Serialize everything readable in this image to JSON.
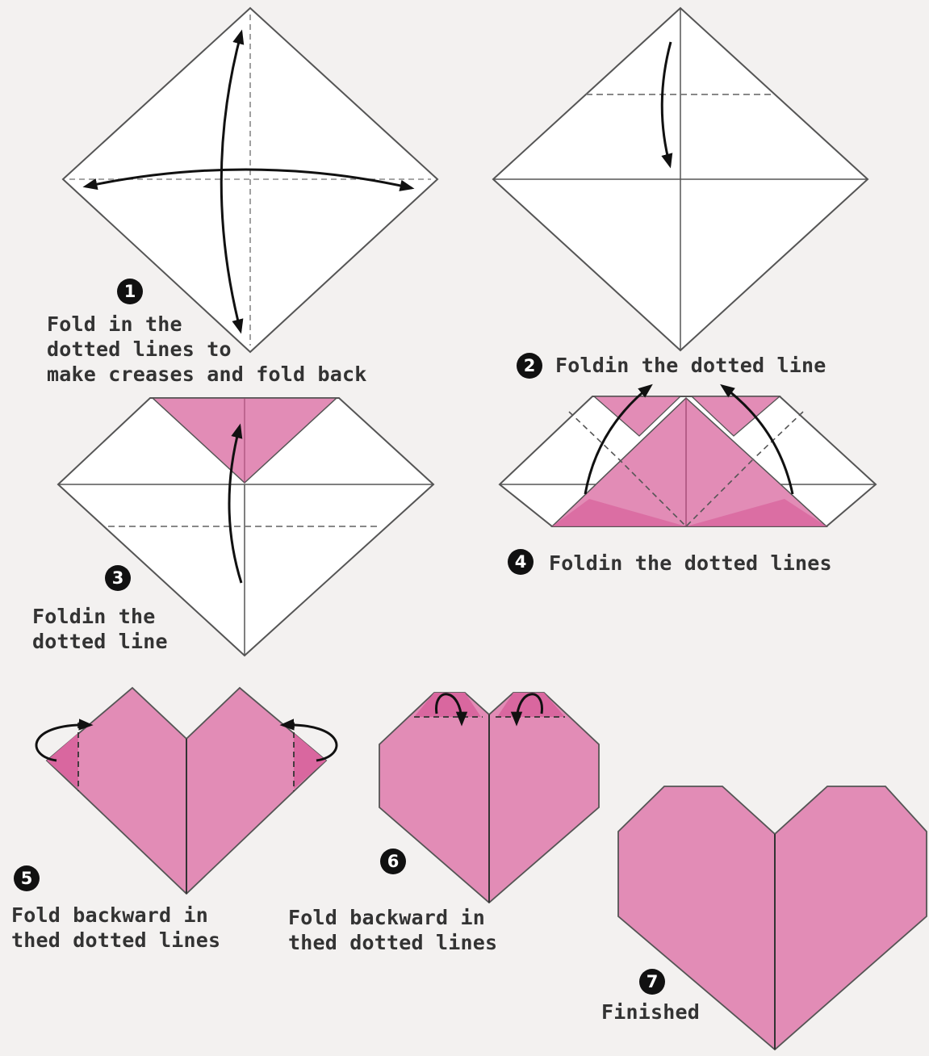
{
  "colors": {
    "background": "#f3f1f0",
    "paper": "#ffffff",
    "pink_light": "#e28cb6",
    "pink_dark": "#d9679f",
    "outline": "#555555",
    "arrow": "#111111"
  },
  "steps": [
    {
      "number": "1",
      "caption": [
        "Fold in the",
        "dotted lines to",
        "make creases and fold back"
      ]
    },
    {
      "number": "2",
      "caption": [
        "Foldin the dotted line"
      ]
    },
    {
      "number": "3",
      "caption": [
        "Foldin the",
        "dotted line"
      ]
    },
    {
      "number": "4",
      "caption": [
        "Foldin the dotted lines"
      ]
    },
    {
      "number": "5",
      "caption": [
        "Fold backward in",
        "thed dotted lines"
      ]
    },
    {
      "number": "6",
      "caption": [
        "Fold backward in",
        "thed dotted lines"
      ]
    },
    {
      "number": "7",
      "caption": [
        "Finished"
      ]
    }
  ]
}
